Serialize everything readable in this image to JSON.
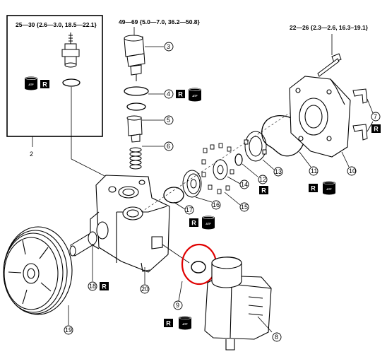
{
  "torque_specs": {
    "inset": "25—30 {2.6—3.0, 18.5—22.1}",
    "part3": "49—69 {5.0—7.0, 36.2—50.8}",
    "part10": "22—26 {2.3—2.6, 16.3–19.1}"
  },
  "callouts": {
    "c2": "2",
    "c3": "3",
    "c4": "4",
    "c5": "5",
    "c6": "6",
    "c7": "7",
    "c8": "8",
    "c9": "9",
    "c10": "10",
    "c11": "11",
    "c12": "12",
    "c13": "13",
    "c14": "14",
    "c15": "15",
    "c16": "16",
    "c17": "17",
    "c18": "18",
    "c19": "19",
    "c20": "20"
  },
  "tags": {
    "replace": "R",
    "fluid": "ATF"
  },
  "highlight_color": "#e00000"
}
